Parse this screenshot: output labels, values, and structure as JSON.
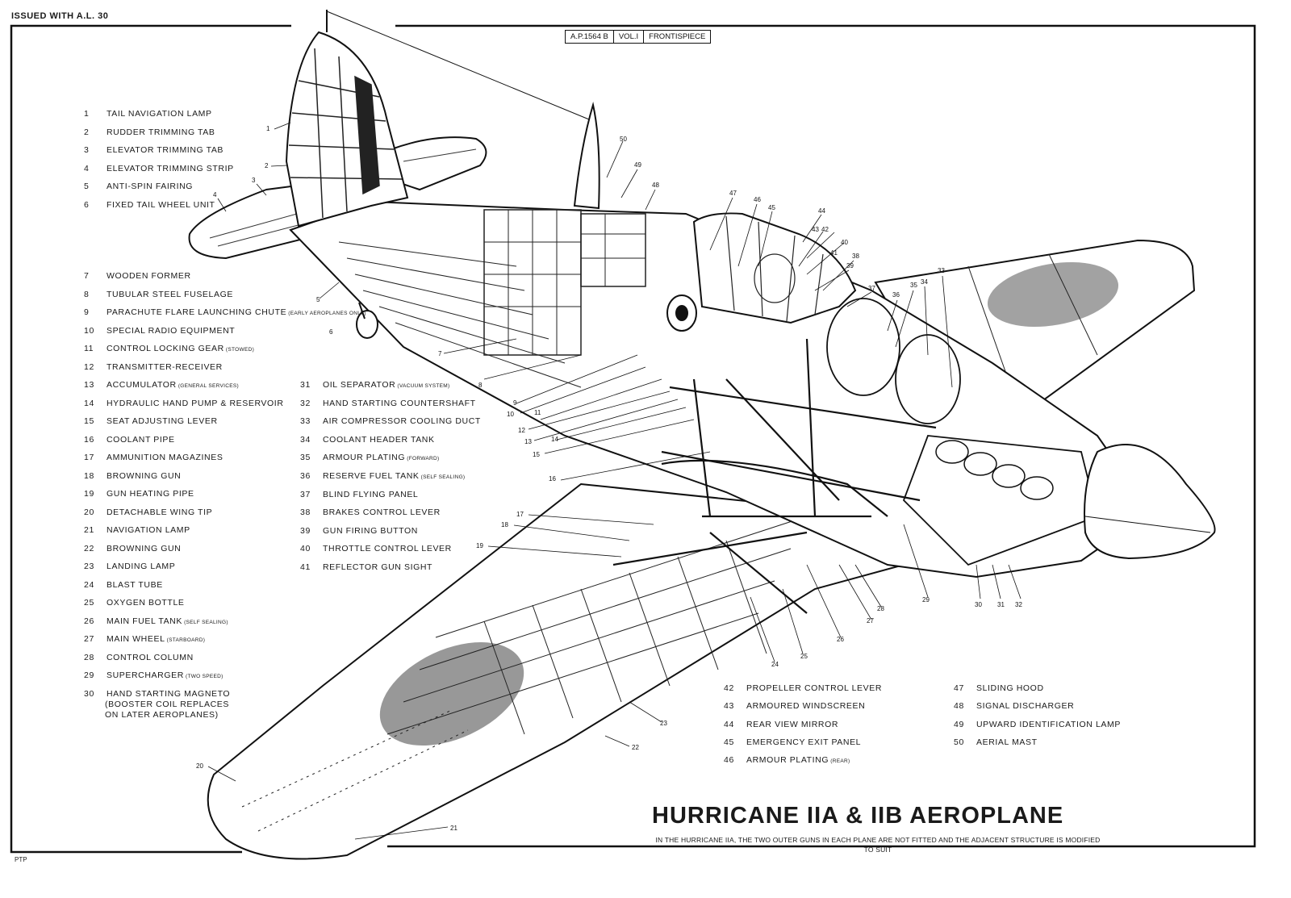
{
  "header": {
    "issued": "ISSUED WITH A.L. 30",
    "ref_left": "A.P.1564 B",
    "ref_mid": "VOL.I",
    "ref_right": "FRONTISPIECE"
  },
  "title": "HURRICANE IIA & IIB AEROPLANE",
  "subtitle": "IN THE HURRICANE IIA, THE TWO OUTER GUNS IN EACH PLANE ARE NOT FITTED AND THE ADJACENT STRUCTURE IS MODIFIED TO SUIT",
  "corner_mark": "PTP",
  "key_groups": [
    [
      {
        "num": "1",
        "label": "TAIL NAVIGATION LAMP"
      },
      {
        "num": "2",
        "label": "RUDDER TRIMMING TAB"
      },
      {
        "num": "3",
        "label": "ELEVATOR TRIMMING TAB"
      },
      {
        "num": "4",
        "label": "ELEVATOR TRIMMING STRIP"
      },
      {
        "num": "5",
        "label": "ANTI-SPIN FAIRING"
      },
      {
        "num": "6",
        "label": "FIXED TAIL WHEEL UNIT"
      }
    ],
    [
      {
        "num": "7",
        "label": "WOODEN FORMER"
      },
      {
        "num": "8",
        "label": "TUBULAR STEEL FUSELAGE"
      },
      {
        "num": "9",
        "label": "PARACHUTE FLARE LAUNCHING CHUTE",
        "note": "(EARLY AEROPLANES ONLY)"
      },
      {
        "num": "10",
        "label": "SPECIAL RADIO EQUIPMENT"
      },
      {
        "num": "11",
        "label": "CONTROL LOCKING GEAR",
        "note": "(STOWED)"
      },
      {
        "num": "12",
        "label": "TRANSMITTER-RECEIVER"
      },
      {
        "num": "13",
        "label": "ACCUMULATOR",
        "note": "(GENERAL SERVICES)"
      },
      {
        "num": "14",
        "label": "HYDRAULIC HAND PUMP & RESERVOIR"
      },
      {
        "num": "15",
        "label": "SEAT ADJUSTING LEVER"
      },
      {
        "num": "16",
        "label": "COOLANT PIPE"
      },
      {
        "num": "17",
        "label": "AMMUNITION MAGAZINES"
      },
      {
        "num": "18",
        "label": "BROWNING GUN"
      },
      {
        "num": "19",
        "label": "GUN HEATING PIPE"
      },
      {
        "num": "20",
        "label": "DETACHABLE WING TIP"
      },
      {
        "num": "21",
        "label": "NAVIGATION LAMP"
      },
      {
        "num": "22",
        "label": "BROWNING GUN"
      },
      {
        "num": "23",
        "label": "LANDING LAMP"
      },
      {
        "num": "24",
        "label": "BLAST TUBE"
      },
      {
        "num": "25",
        "label": "OXYGEN BOTTLE"
      },
      {
        "num": "26",
        "label": "MAIN FUEL TANK",
        "note": "(SELF SEALING)"
      },
      {
        "num": "27",
        "label": "MAIN WHEEL",
        "note": "(STARBOARD)"
      },
      {
        "num": "28",
        "label": "CONTROL COLUMN"
      },
      {
        "num": "29",
        "label": "SUPERCHARGER",
        "note": "(TWO SPEED)"
      },
      {
        "num": "30",
        "label": "HAND STARTING MAGNETO",
        "extra": [
          "(BOOSTER COIL REPLACES",
          "ON LATER AEROPLANES)"
        ]
      }
    ],
    [
      {
        "num": "31",
        "label": "OIL SEPARATOR",
        "note": "(VACUUM SYSTEM)"
      },
      {
        "num": "32",
        "label": "HAND STARTING COUNTERSHAFT"
      },
      {
        "num": "33",
        "label": "AIR COMPRESSOR COOLING DUCT"
      },
      {
        "num": "34",
        "label": "COOLANT HEADER TANK"
      },
      {
        "num": "35",
        "label": "ARMOUR PLATING",
        "note": "(FORWARD)"
      },
      {
        "num": "36",
        "label": "RESERVE FUEL TANK",
        "note": "(SELF SEALING)"
      },
      {
        "num": "37",
        "label": "BLIND FLYING PANEL"
      },
      {
        "num": "38",
        "label": "BRAKES CONTROL LEVER"
      },
      {
        "num": "39",
        "label": "GUN FIRING BUTTON"
      },
      {
        "num": "40",
        "label": "THROTTLE CONTROL LEVER"
      },
      {
        "num": "41",
        "label": "REFLECTOR GUN SIGHT"
      }
    ],
    [
      {
        "num": "42",
        "label": "PROPELLER CONTROL LEVER"
      },
      {
        "num": "43",
        "label": "ARMOURED WINDSCREEN"
      },
      {
        "num": "44",
        "label": "REAR VIEW MIRROR"
      },
      {
        "num": "45",
        "label": "EMERGENCY EXIT PANEL"
      },
      {
        "num": "46",
        "label": "ARMOUR PLATING",
        "note": "(REAR)"
      }
    ],
    [
      {
        "num": "47",
        "label": "SLIDING HOOD"
      },
      {
        "num": "48",
        "label": "SIGNAL DISCHARGER"
      },
      {
        "num": "49",
        "label": "UPWARD IDENTIFICATION LAMP"
      },
      {
        "num": "50",
        "label": "AERIAL MAST"
      }
    ]
  ],
  "callouts": [
    "1",
    "2",
    "3",
    "4",
    "5",
    "6",
    "7",
    "8",
    "9",
    "10",
    "11",
    "12",
    "13",
    "14",
    "15",
    "16",
    "17",
    "18",
    "19",
    "20",
    "21",
    "22",
    "23",
    "24",
    "25",
    "26",
    "27",
    "28",
    "29",
    "30",
    "31",
    "32",
    "33",
    "34",
    "35",
    "36",
    "37",
    "38",
    "39",
    "40",
    "41",
    "42",
    "43",
    "44",
    "45",
    "46",
    "47",
    "48",
    "49",
    "50"
  ]
}
